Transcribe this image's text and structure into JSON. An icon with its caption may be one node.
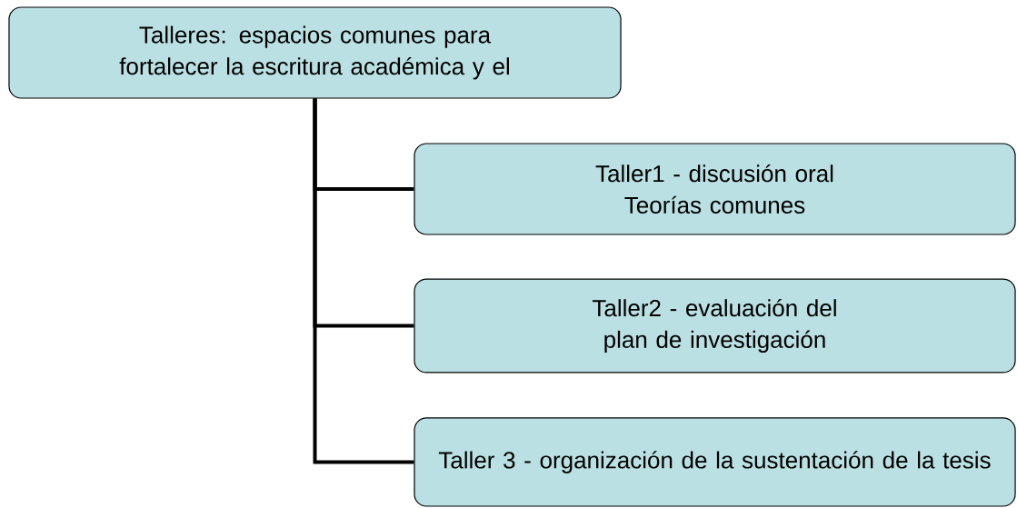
{
  "diagram": {
    "nodes": [
      {
        "text": [
          "Talleres: espacios comunes para fortalecer la escritura académica y el"
        ]
      },
      {
        "text": [
          "Taller1 -  discusión oral",
          "Teorías comunes"
        ]
      },
      {
        "text": [
          "Taller2 -  evaluación del plan de investigación"
        ]
      },
      {
        "text": [
          "Taller 3 -  organización de la sustentación de la tesis"
        ]
      }
    ],
    "edges": [
      {
        "from": 0,
        "to": 1,
        "arrow": "none"
      },
      {
        "from": 0,
        "to": 2,
        "arrow": "none"
      },
      {
        "from": 0,
        "to": 3,
        "arrow": "none"
      }
    ]
  }
}
